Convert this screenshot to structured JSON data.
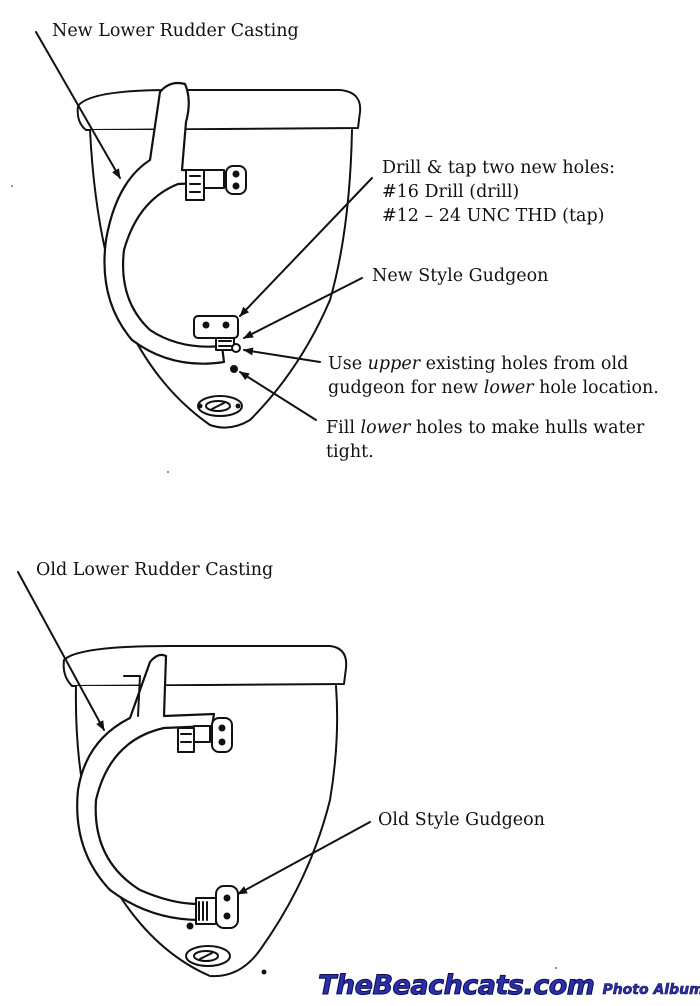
{
  "top": {
    "casting_label": "New Lower Rudder Casting",
    "drill_label_1": "Drill & tap two new holes:",
    "drill_label_2": "#16 Drill (drill)",
    "drill_label_3": "#12 – 24 UNC THD (tap)",
    "gudgeon_label": "New Style Gudgeon",
    "use_pre": "Use ",
    "use_em": "upper",
    "use_post": " existing holes from old",
    "use_line2_pre": "gudgeon for new ",
    "use_line2_em": "lower",
    "use_line2_post": " hole location.",
    "fill_pre": "Fill ",
    "fill_em": "lower",
    "fill_post": " holes to make hulls water",
    "fill_line2": "tight."
  },
  "bottom": {
    "casting_label": "Old Lower Rudder Casting",
    "gudgeon_label": "Old Style Gudgeon"
  },
  "watermark": {
    "brand": "TheBeachcats.com",
    "sub": "Photo Albums",
    "color": "#2b2fa8"
  }
}
